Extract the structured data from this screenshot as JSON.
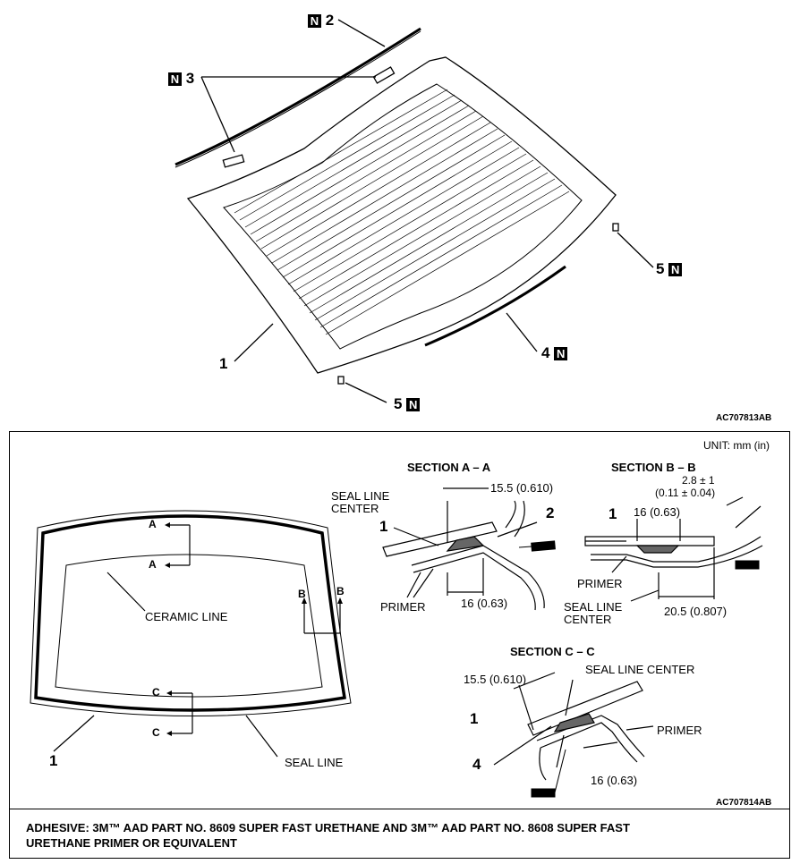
{
  "exploded_view": {
    "callouts": [
      {
        "number": "1",
        "badge": ""
      },
      {
        "number": "2",
        "badge": "N"
      },
      {
        "number": "3",
        "badge": "N"
      },
      {
        "number": "4",
        "badge": "N"
      },
      {
        "number": "5",
        "badge": "N"
      },
      {
        "number": "5",
        "badge": "N"
      }
    ],
    "figure_code": "AC707813AB"
  },
  "seal_diagram": {
    "unit_text": "UNIT: mm (in)",
    "arrow_labels": [
      "A",
      "A",
      "B",
      "B",
      "C",
      "C"
    ],
    "ceramic_line": "CERAMIC LINE",
    "seal_line": "SEAL LINE",
    "glass_callout": "1",
    "section_aa": {
      "title": "SECTION A – A",
      "seal_line_center": [
        "SEAL LINE",
        "CENTER"
      ],
      "dim_top": "15.5 (0.610)",
      "dim_bottom": "16 (0.63)",
      "primer": "PRIMER",
      "callout_1": "1",
      "callout_2": "2"
    },
    "section_bb": {
      "title": "SECTION B – B",
      "dim_gap": [
        "2.8 ± 1",
        "(0.11 ± 0.04)"
      ],
      "dim_top": "16 (0.63)",
      "dim_bottom": "20.5 (0.807)",
      "primer": "PRIMER",
      "seal_line_center": [
        "SEAL LINE",
        "CENTER"
      ],
      "callout_1": "1"
    },
    "section_cc": {
      "title": "SECTION C – C",
      "dim_top": "15.5 (0.610)",
      "dim_bottom": "16 (0.63)",
      "seal_line_center": "SEAL LINE CENTER",
      "primer": "PRIMER",
      "callout_1": "1",
      "callout_4": "4"
    },
    "figure_code": "AC707814AB"
  },
  "adhesive_note": [
    "ADHESIVE: 3M™ AAD PART NO. 8609 SUPER FAST URETHANE AND 3M™ AAD PART NO. 8608 SUPER FAST",
    "URETHANE PRIMER OR EQUIVALENT"
  ]
}
